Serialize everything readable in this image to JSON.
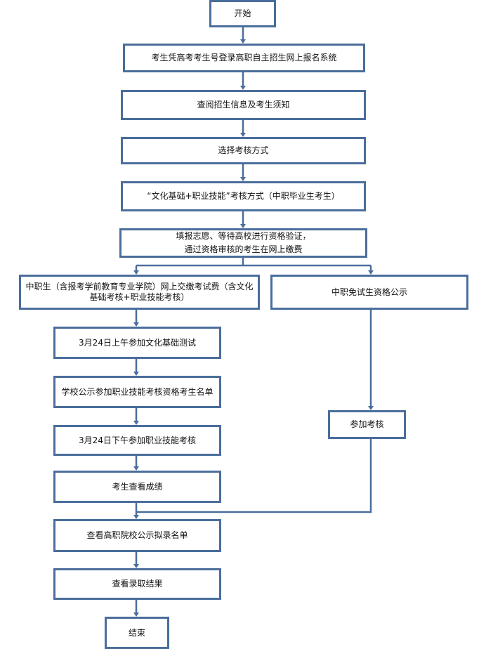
{
  "flowchart": {
    "colors": {
      "border": "#4a6e9c",
      "connector": "#4a6e9c",
      "background": "#ffffff",
      "text": "#111111"
    },
    "nodes": {
      "start": "开始",
      "login": "考生凭高考考生号登录高职自主招生网上报名系统",
      "review_info": "查阅招生信息及考生须知",
      "choose_method": "选择考核方式",
      "method_type": "“文化基础+职业技能”考核方式（中职毕业生考生）",
      "apply_verify_line1": "填报志愿、等待高校进行资格验证，",
      "apply_verify_line2": "通过资格审核的考生在网上缴费",
      "pay_exam_fee": "中职生（含报考学前教育专业学院）网上交缴考试费（含文化基础考核+职业技能考核）",
      "exempt_publicity": "中职免试生资格公示",
      "culture_test": "3月24日上午参加文化基础测试",
      "skill_list": "学校公示参加职业技能考核资格考生名单",
      "skill_test": "3月24日下午参加职业技能考核",
      "check_scores": "考生查看成绩",
      "attend_assessment": "参加考核",
      "admission_list": "查看高职院校公示拟录名单",
      "admission_result": "查看录取结果",
      "end": "结束"
    }
  }
}
